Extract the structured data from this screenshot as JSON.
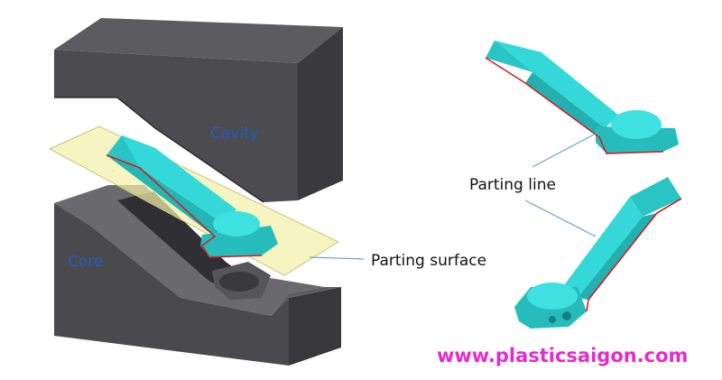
{
  "labels": {
    "cavity": "Cavity",
    "core": "Core",
    "parting_surface": "Parting surface",
    "parting_line": "Parting line"
  },
  "watermark": "www.plasticsaigon.com",
  "colors": {
    "mold_dark": "#4a4a4e",
    "part_cyan": "#33d6d6",
    "parting_surface": "#f2f0a8",
    "parting_line_red": "#d02020",
    "label_blue": "#1f5fbf",
    "watermark_magenta": "#e52bd0",
    "leader_line": "#6fa0d0"
  }
}
